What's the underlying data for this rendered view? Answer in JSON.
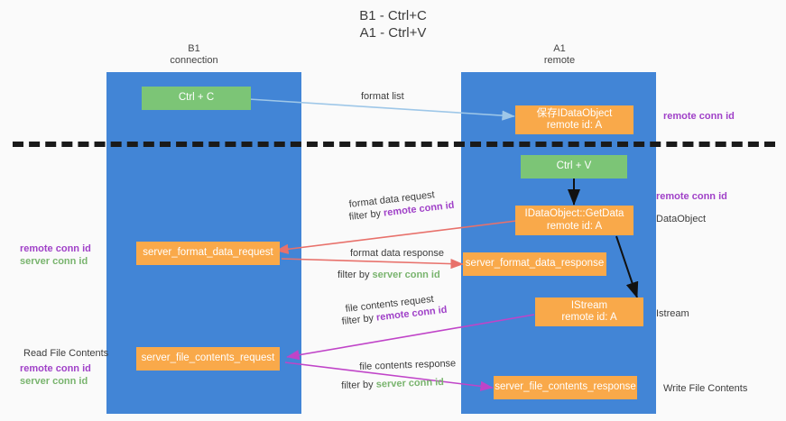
{
  "title": {
    "line1": "B1 - Ctrl+C",
    "line2": "A1 - Ctrl+V"
  },
  "lanes": [
    {
      "name": "B1",
      "subtitle": "connection"
    },
    {
      "name": "A1",
      "subtitle": "remote"
    }
  ],
  "boxes": {
    "ctrl_c": "Ctrl + C",
    "ctrl_v": "Ctrl + V",
    "idataobject_top_line1": "保存IDataObject",
    "idataobject_top_line2": "remote id: A",
    "getdata_line1": "IDataObject::GetData",
    "getdata_line2": "remote id: A",
    "istream_line1": "IStream",
    "istream_line2": "remote id: A",
    "server_format_data_request": "server_format_data_request",
    "server_format_data_response": "server_format_data_response",
    "server_file_contents_request": "server_file_contents_request",
    "server_file_contents_response": "server_file_contents_response"
  },
  "arrow_labels": {
    "format_list": "format list",
    "format_data_request": "format data request",
    "format_data_request_filter_prefix": "filter by ",
    "format_data_request_filter_value": "remote conn id",
    "format_data_response": "format data response",
    "format_data_response_filter_prefix": "filter by ",
    "format_data_response_filter_value": "server conn id",
    "file_contents_request": "file contents request",
    "file_contents_request_filter_prefix": "filter by ",
    "file_contents_request_filter_value": "remote conn id",
    "file_contents_response": "file contents response",
    "file_contents_response_filter_prefix": "filter by ",
    "file_contents_response_filter_value": "server conn id"
  },
  "right_notes": {
    "remote_conn_id_top": "remote conn id",
    "remote_conn_id_mid": "remote conn id",
    "dataobject": "DataObject",
    "istream": "Istream",
    "write_file_contents": "Write File Contents"
  },
  "left_notes": {
    "remote_conn_id_mid": "remote conn id",
    "server_conn_id_mid": "server conn id",
    "read_file_contents": "Read File Contents",
    "remote_conn_id_low": "remote conn id",
    "server_conn_id_low": "server conn id"
  },
  "colors": {
    "lane": "#4285d6",
    "green_box": "#7cc576",
    "orange_box": "#f9a94a",
    "purple": "#a041c8",
    "green_text": "#79b46e",
    "arrow_blue": "#9ec7e8",
    "arrow_red": "#e8716b",
    "arrow_magenta": "#c044c8",
    "arrow_black": "#111111",
    "background": "#fafafa"
  }
}
